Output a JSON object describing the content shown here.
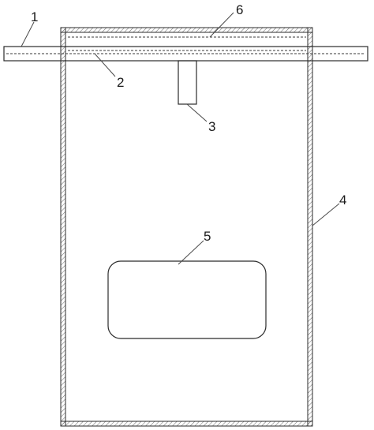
{
  "labels": {
    "rod": "1",
    "inner_rod_line": "2",
    "spout": "3",
    "bag_wall": "4",
    "window": "5",
    "top_band": "6"
  },
  "colors": {
    "line": "#2b2b2b",
    "background": "#ffffff"
  }
}
